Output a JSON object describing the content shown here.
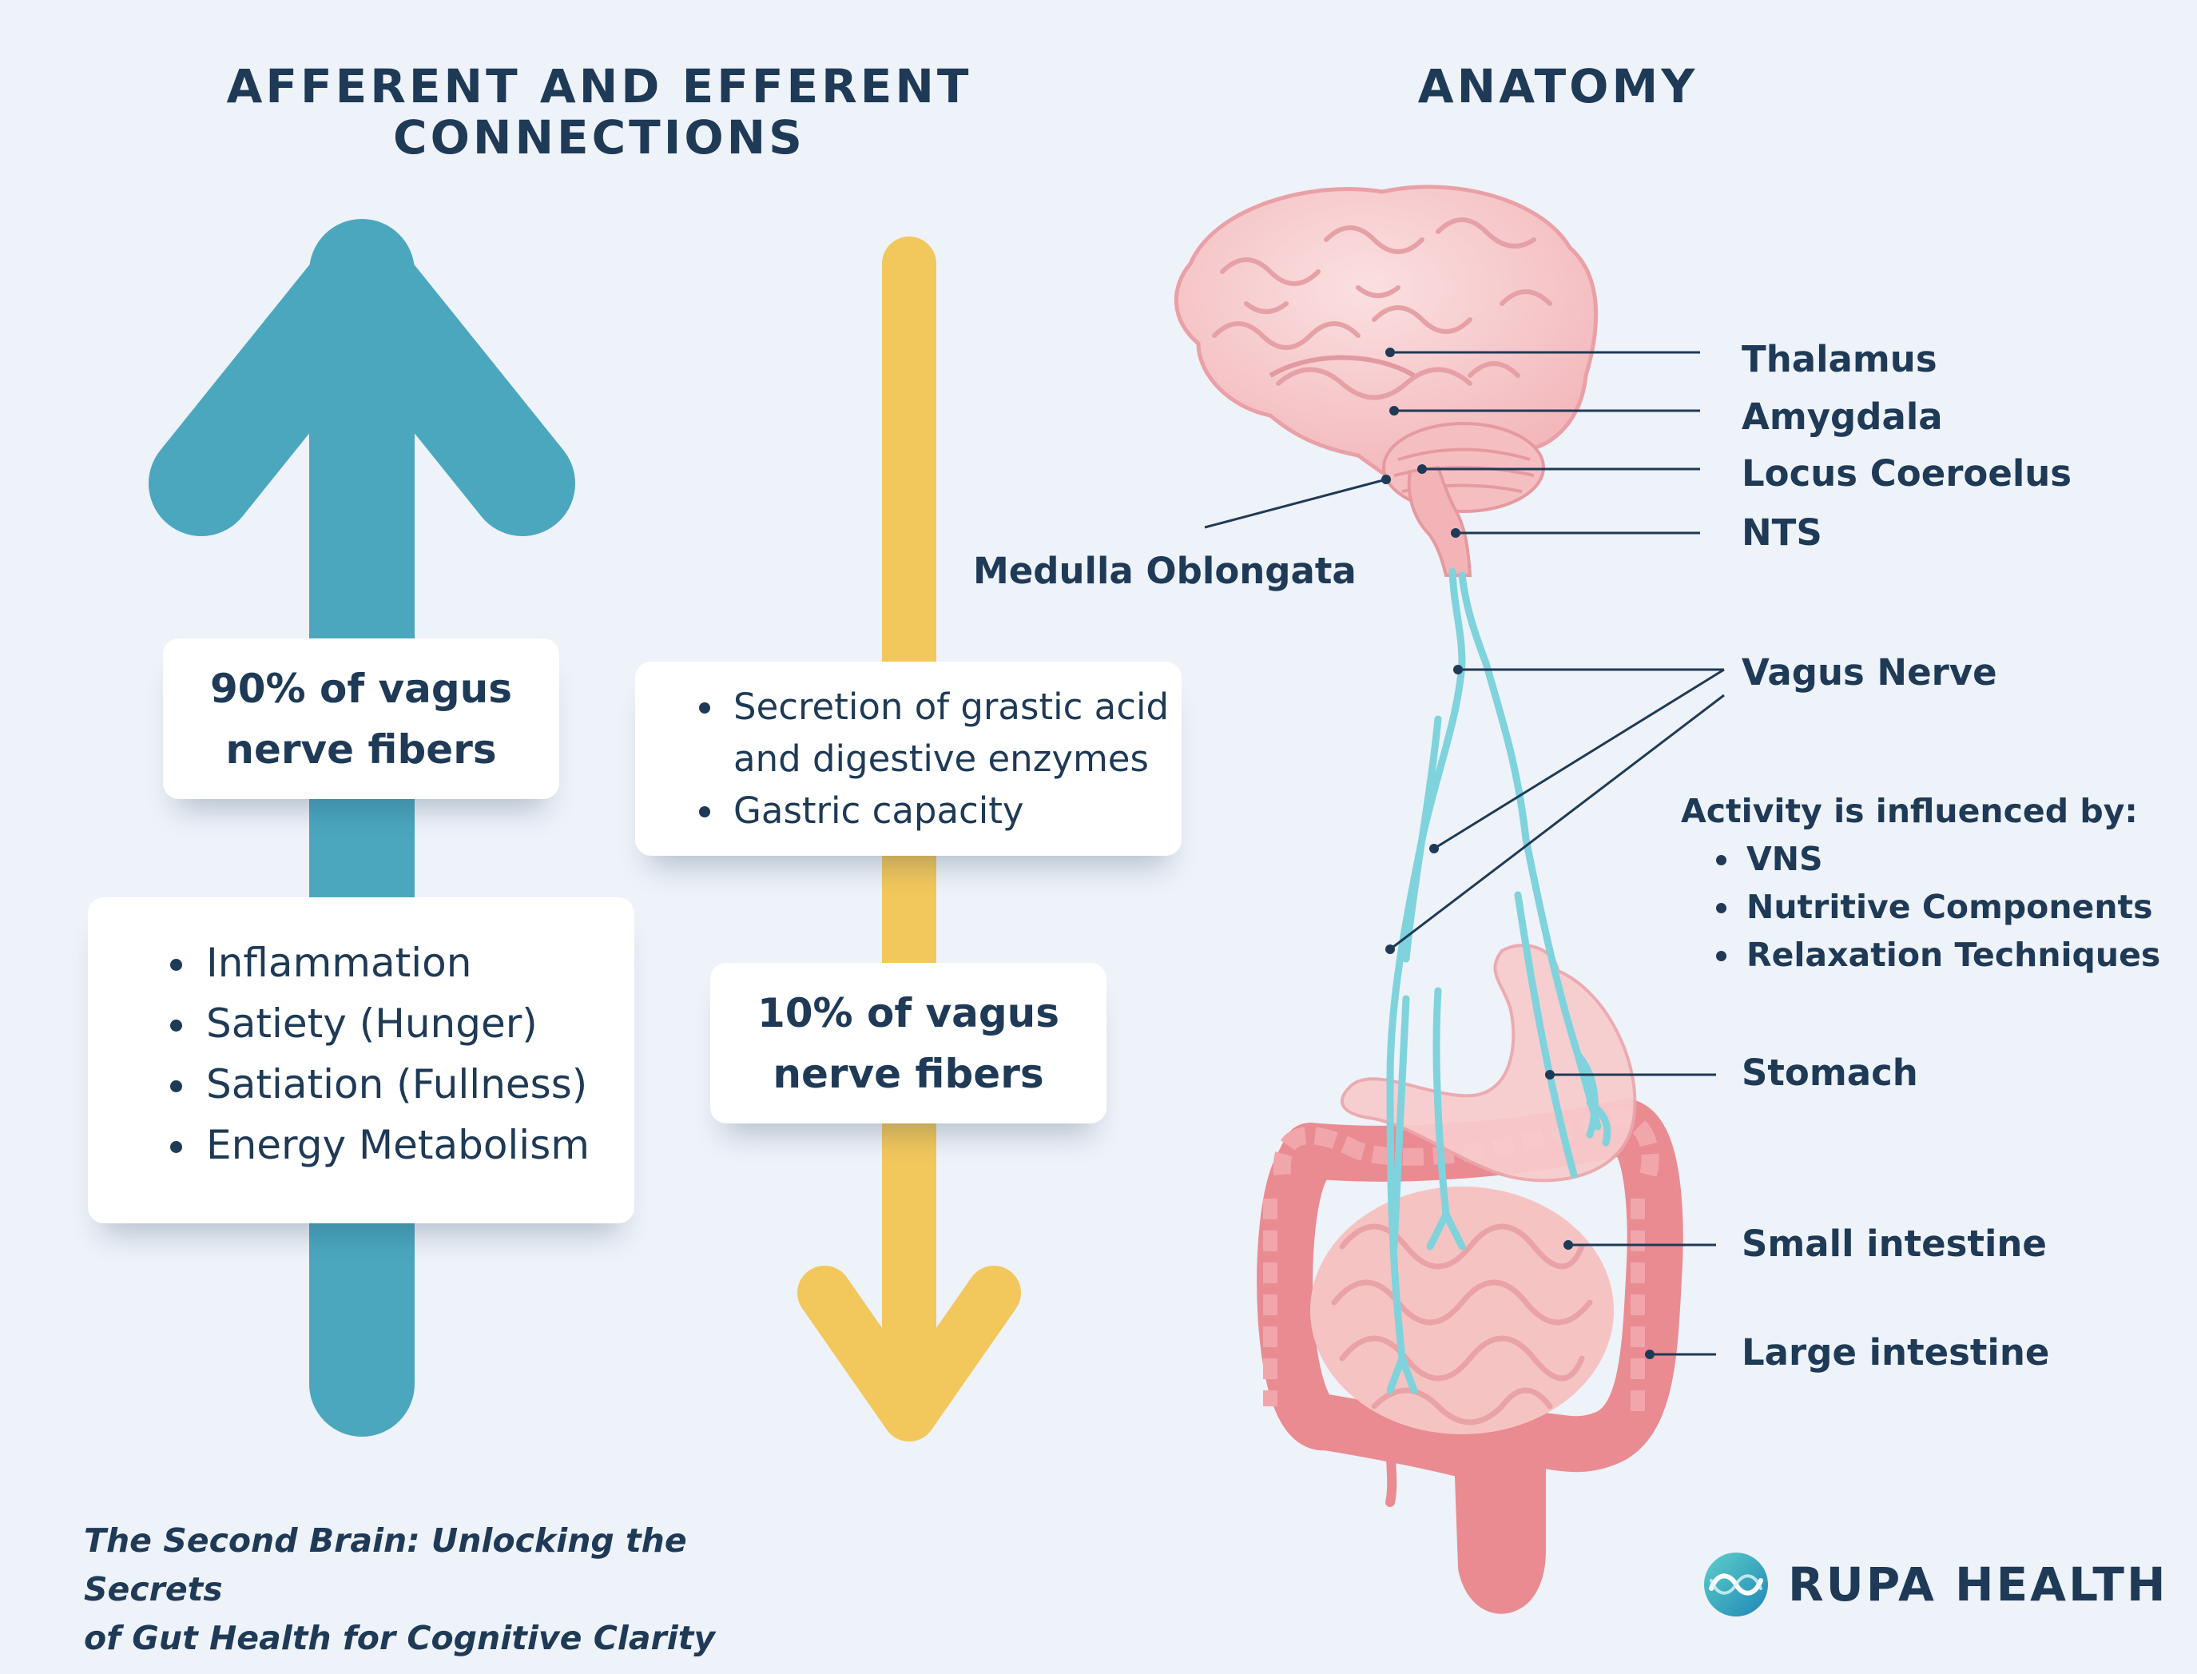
{
  "titles": {
    "left": "AFFERENT AND EFFERENT CONNECTIONS",
    "right": "ANATOMY"
  },
  "afferent": {
    "stat": [
      "90% of vagus",
      "nerve fibers"
    ],
    "items": [
      "Inflammation",
      "Satiety (Hunger)",
      "Satiation (Fullness)",
      "Energy Metabolism"
    ]
  },
  "efferent": {
    "stat": [
      "10% of vagus",
      "nerve fibers"
    ],
    "items": [
      "Secretion of grastic acid and digestive enzymes",
      "Gastric capacity"
    ]
  },
  "anatomy": {
    "labels": {
      "thalamus": "Thalamus",
      "amygdala": "Amygdala",
      "locus": "Locus Coeroelus",
      "nts": "NTS",
      "medulla": "Medulla Oblongata",
      "vagus": "Vagus Nerve",
      "stomach": "Stomach",
      "small_intestine": "Small intestine",
      "large_intestine": "Large intestine"
    },
    "influence": {
      "heading": "Activity is influenced by:",
      "items": [
        "VNS",
        "Nutritive Components",
        "Relaxation Techniques"
      ]
    }
  },
  "caption": [
    "The Second Brain: Unlocking the Secrets",
    "of Gut Health for Cognitive Clarity"
  ],
  "logo": {
    "text": "RUPA HEALTH"
  },
  "colors": {
    "afferent_arrow": "#4aa7be",
    "efferent_arrow": "#f2c75c",
    "text": "#1e3a56",
    "background": "#eef2f9",
    "nerve": "#7fd3dc"
  }
}
